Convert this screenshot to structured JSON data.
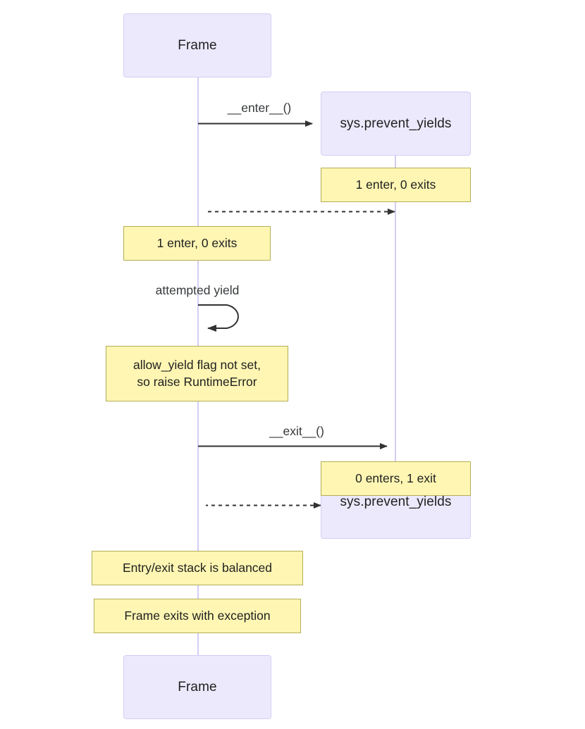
{
  "diagram": {
    "type": "sequence-diagram",
    "title": "",
    "background_color": "#ffffff",
    "colors": {
      "participant_fill": "#ece9fc",
      "participant_border": "#d6cdf5",
      "lifeline": "#d5cdf3",
      "note_fill": "#fff6b3",
      "note_border": "#b3ae55",
      "arrow": "#333333",
      "text": "#1f2020",
      "label_text": "#36393b"
    },
    "participants": [
      {
        "id": "frame",
        "label": "Frame"
      },
      {
        "id": "sys",
        "label": "sys.prevent_yields"
      }
    ],
    "top_boxes": [
      {
        "label": "Frame"
      }
    ],
    "bottom_boxes": [
      {
        "label": "Frame"
      },
      {
        "label": "sys.prevent_yields"
      }
    ],
    "messages": [
      {
        "id": "m1",
        "label": "__enter__()",
        "from": "frame",
        "to": "sys",
        "style": "solid"
      },
      {
        "id": "m2",
        "label": "",
        "from": "sys",
        "to": "frame",
        "style": "dashed"
      },
      {
        "id": "m3",
        "label": "attempted yield",
        "from": "frame",
        "to": "frame",
        "style": "self-loop"
      },
      {
        "id": "m4",
        "label": "__exit__()",
        "from": "frame",
        "to": "sys",
        "style": "solid"
      },
      {
        "id": "m5",
        "label": "",
        "from": "sys",
        "to": "frame",
        "style": "dashed"
      }
    ],
    "notes": [
      {
        "id": "n1",
        "text": "1 enter, 0 exits",
        "over": "sys"
      },
      {
        "id": "n2",
        "text": "1 enter, 0 exits",
        "over": "frame"
      },
      {
        "id": "n3",
        "text": "allow_yield flag not set,\nso raise RuntimeError",
        "over": "frame"
      },
      {
        "id": "n4",
        "text": "0 enters, 1 exit",
        "over": "sys"
      },
      {
        "id": "n5",
        "text": "Entry/exit stack is balanced",
        "over": "frame"
      },
      {
        "id": "n6",
        "text": "Frame exits with exception",
        "over": "frame"
      }
    ]
  }
}
